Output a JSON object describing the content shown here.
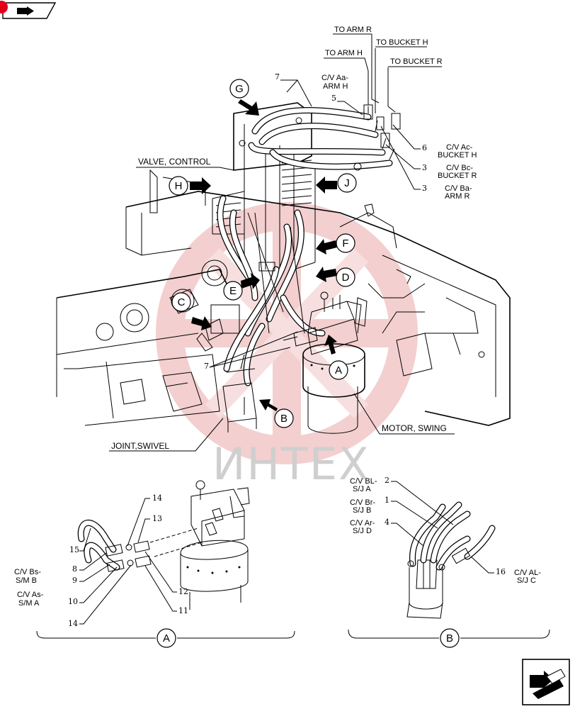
{
  "header": {
    "nav_icon": "book-arrow-icon",
    "badge_color": "#e3001b"
  },
  "watermark": {
    "text": "ИНТЕХ",
    "logo_color": "#f2c7c7"
  },
  "top_labels": {
    "to_arm_r": "TO ARM R",
    "to_bucket_h": "TO BUCKET H",
    "to_arm_h": "TO ARM H",
    "to_bucket_r": "TO BUCKET R",
    "cv_aa_1": "C/V Aa-",
    "cv_aa_2": "ARM H",
    "cv_ac_1": "C/V Ac-",
    "cv_ac_2": "BUCKET H",
    "cv_bc_1": "C/V Bc-",
    "cv_bc_2": "BUCKET R",
    "cv_ba_1": "C/V Ba-",
    "cv_ba_2": "ARM R",
    "valve_control": "VALVE, CONTROL",
    "motor_swing": "MOTOR, SWING",
    "joint_swivel": "JOINT,SWIVEL"
  },
  "view_letters": [
    "A",
    "B",
    "C",
    "D",
    "E",
    "F",
    "G",
    "H",
    "J"
  ],
  "part_numbers": {
    "n7a": "7",
    "n5": "5",
    "n6": "6",
    "n3a": "3",
    "n3b": "3",
    "n7b": "7",
    "n14a": "14",
    "n13": "13",
    "n15": "15",
    "n8": "8",
    "n9": "9",
    "n10": "10",
    "n14b": "14",
    "n12": "12",
    "n11": "11",
    "n2": "2",
    "n1": "1",
    "n4": "4",
    "n16": "16"
  },
  "detail_a_labels": {
    "cv_bs_1": "C/V Bs-",
    "cv_bs_2": "S/M B",
    "cv_as_1": "C/V As-",
    "cv_as_2": "S/M A",
    "title": "A"
  },
  "detail_b_labels": {
    "cv_bl_1": "C/V BL-",
    "cv_bl_2": "S/J A",
    "cv_br_1": "C/V Br-",
    "cv_br_2": "S/J B",
    "cv_ar_1": "C/V Ar-",
    "cv_ar_2": "S/J D",
    "cv_al_1": "C/V AL-",
    "cv_al_2": "S/J C",
    "title": "B"
  },
  "footer": {
    "nav_icon": "next-page-arrow-icon"
  }
}
